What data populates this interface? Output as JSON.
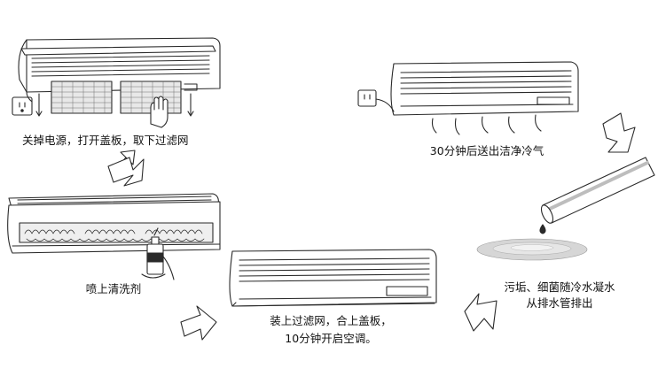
{
  "steps": [
    {
      "id": "step-1",
      "caption": "关掉电源，打开盖板，取下过滤网"
    },
    {
      "id": "step-2",
      "caption": "喷上清洗剂"
    },
    {
      "id": "step-3",
      "caption_line1": "装上过滤网，合上盖板，",
      "caption_line2": "10分钟开启空调。"
    },
    {
      "id": "step-4",
      "caption_line1": "污垢、细菌随冷水凝水",
      "caption_line2": "从排水管排出"
    },
    {
      "id": "step-5",
      "caption": "30分钟后送出洁净冷气"
    }
  ],
  "colors": {
    "line": "#2a2a2a",
    "shade": "#bdbdbd",
    "background": "#ffffff"
  },
  "icons": [
    "power-outlet-icon",
    "hand-icon",
    "spray-can-icon",
    "drain-pipe-icon",
    "water-drop-icon",
    "arrow-icon"
  ]
}
